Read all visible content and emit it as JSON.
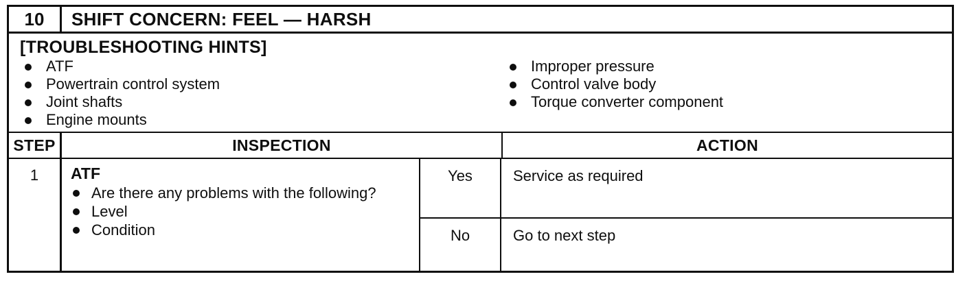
{
  "document": {
    "chart_number": "10",
    "chart_title": "SHIFT CONCERN: FEEL — HARSH",
    "hints": {
      "heading": "[TROUBLESHOOTING HINTS]",
      "left_items": [
        "ATF",
        "Powertrain control system",
        "Joint shafts",
        "Engine mounts"
      ],
      "right_items": [
        "Improper pressure",
        "Control valve body",
        "Torque converter component"
      ]
    },
    "table": {
      "headers": {
        "step": "STEP",
        "inspection": "INSPECTION",
        "action": "ACTION"
      },
      "rows": [
        {
          "step": "1",
          "inspection_title": "ATF",
          "inspection_items": [
            "Are there any problems with the following?",
            "Level",
            "Condition"
          ],
          "branches": [
            {
              "answer": "Yes",
              "action": "Service as required"
            },
            {
              "answer": "No",
              "action": "Go to next step"
            }
          ]
        }
      ]
    },
    "colors": {
      "ink": "#0e0e0e",
      "paper": "#ffffff"
    }
  }
}
